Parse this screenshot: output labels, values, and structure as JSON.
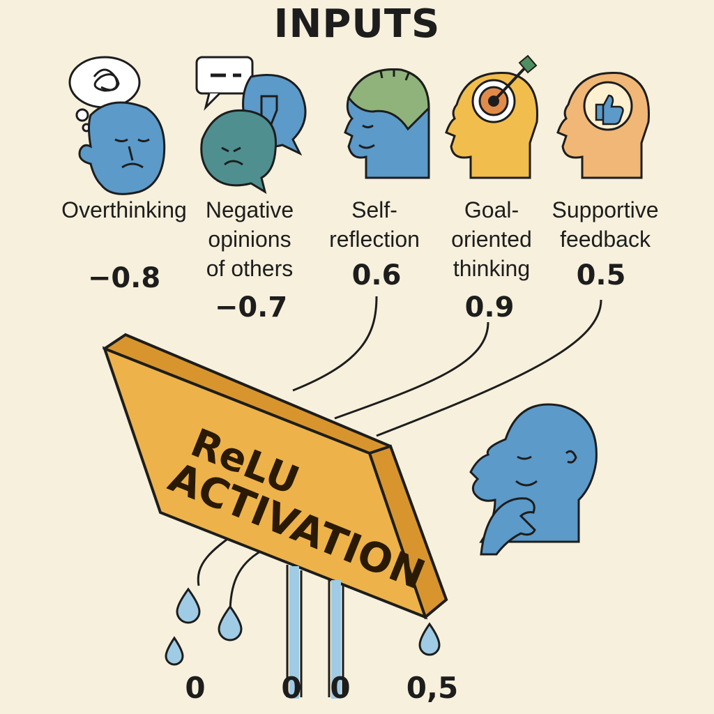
{
  "title": "INPUTS",
  "inputs": [
    {
      "label": "Overthinking",
      "value": "−0.8",
      "icon": "tangled-thought-head-icon"
    },
    {
      "label": "Negative\nopinions\nof others",
      "value": "−0.7",
      "icon": "speech-bubble-thumbs-down-icon"
    },
    {
      "label": "Self-\nreflection",
      "value": "0.6",
      "icon": "reflective-head-icon"
    },
    {
      "label": "Goal-\noriented\nthinking",
      "value": "0.9",
      "icon": "target-arrow-head-icon"
    },
    {
      "label": "Supportive\nfeedback",
      "value": "0.5",
      "icon": "thumbs-up-head-icon"
    }
  ],
  "activation": {
    "line1": "ReLU",
    "line2": "ACTIVATION"
  },
  "outputs": [
    "0",
    "0",
    "0",
    "0,5"
  ],
  "colors": {
    "background": "#f6f0dc",
    "board": "#edb24a",
    "board_side": "#d8952e",
    "blue_head": "#5b9ac9",
    "green": "#8fb37a",
    "yellow_head": "#f1bd4c",
    "orange_head": "#f1b776",
    "drop": "#9fcbe4",
    "outline": "#1d1d1d"
  }
}
